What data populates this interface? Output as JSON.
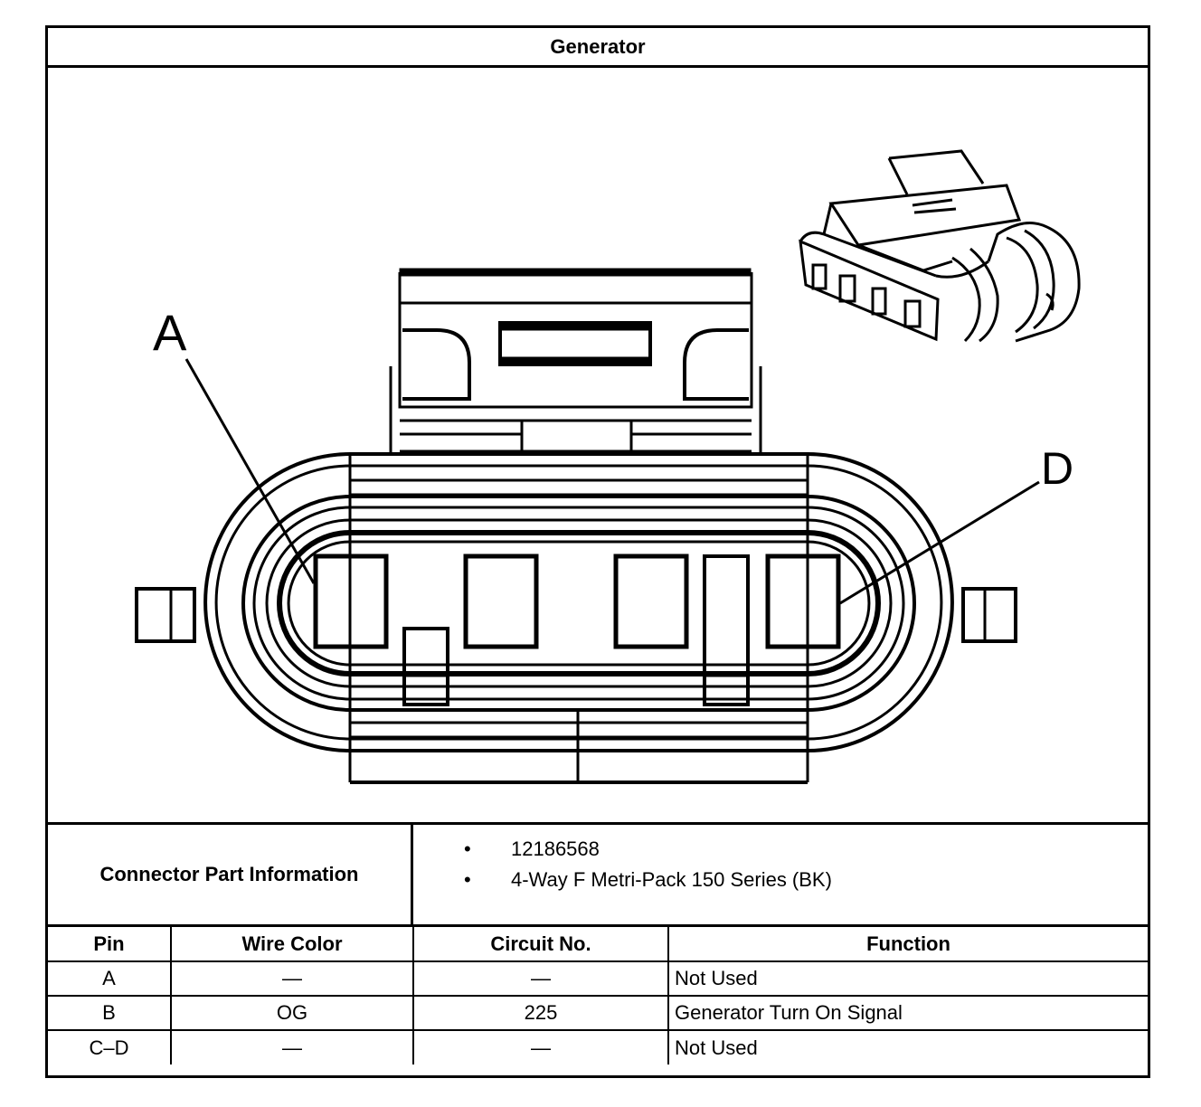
{
  "title": "Generator",
  "diagram": {
    "label_a": "A",
    "label_d": "D",
    "connector_face_icon": "connector-face-icon",
    "connector_3d_icon": "connector-3d-icon"
  },
  "connector_info": {
    "label": "Connector Part Information",
    "items": [
      "12186568",
      "4-Way F Metri-Pack 150 Series (BK)"
    ]
  },
  "pin_table": {
    "headers": [
      "Pin",
      "Wire Color",
      "Circuit No.",
      "Function"
    ],
    "rows": [
      {
        "pin": "A",
        "wire_color": "—",
        "circuit": "—",
        "function": "Not Used"
      },
      {
        "pin": "B",
        "wire_color": "OG",
        "circuit": "225",
        "function": "Generator Turn On Signal"
      },
      {
        "pin": "C–D",
        "wire_color": "—",
        "circuit": "—",
        "function": "Not Used"
      }
    ]
  }
}
